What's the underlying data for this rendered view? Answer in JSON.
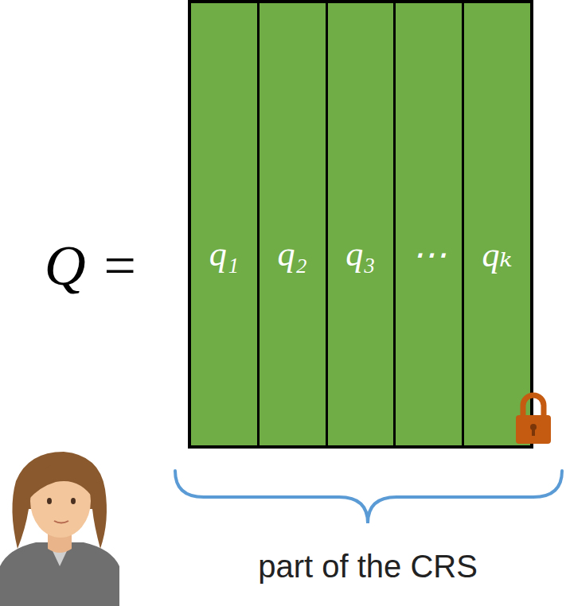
{
  "diagram": {
    "nodes": [
      {
        "text": [
          "q₁"
        ]
      },
      {
        "text": [
          "q₂"
        ]
      },
      {
        "text": [
          "q₃"
        ]
      },
      {
        "text": [
          "⋯"
        ]
      },
      {
        "text": [
          "qₖ"
        ]
      }
    ],
    "labels": [
      "Q =",
      "part of the CRS"
    ]
  }
}
